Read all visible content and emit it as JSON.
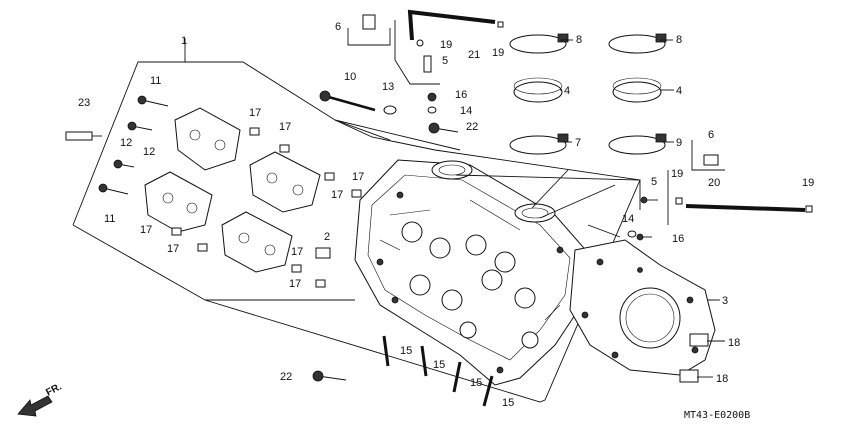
{
  "callouts": [
    "1",
    "2",
    "3",
    "4",
    "4",
    "5",
    "5",
    "6",
    "6",
    "7",
    "8",
    "8",
    "9",
    "10",
    "11",
    "11",
    "12",
    "12",
    "13",
    "14",
    "14",
    "15",
    "15",
    "15",
    "15",
    "16",
    "16",
    "17",
    "17",
    "17",
    "17",
    "17",
    "17",
    "17",
    "17",
    "18",
    "18",
    "19",
    "19",
    "19",
    "19",
    "20",
    "21",
    "22",
    "22",
    "23"
  ],
  "front_label": "FR.",
  "diagram_code": "MT43-E0200B"
}
